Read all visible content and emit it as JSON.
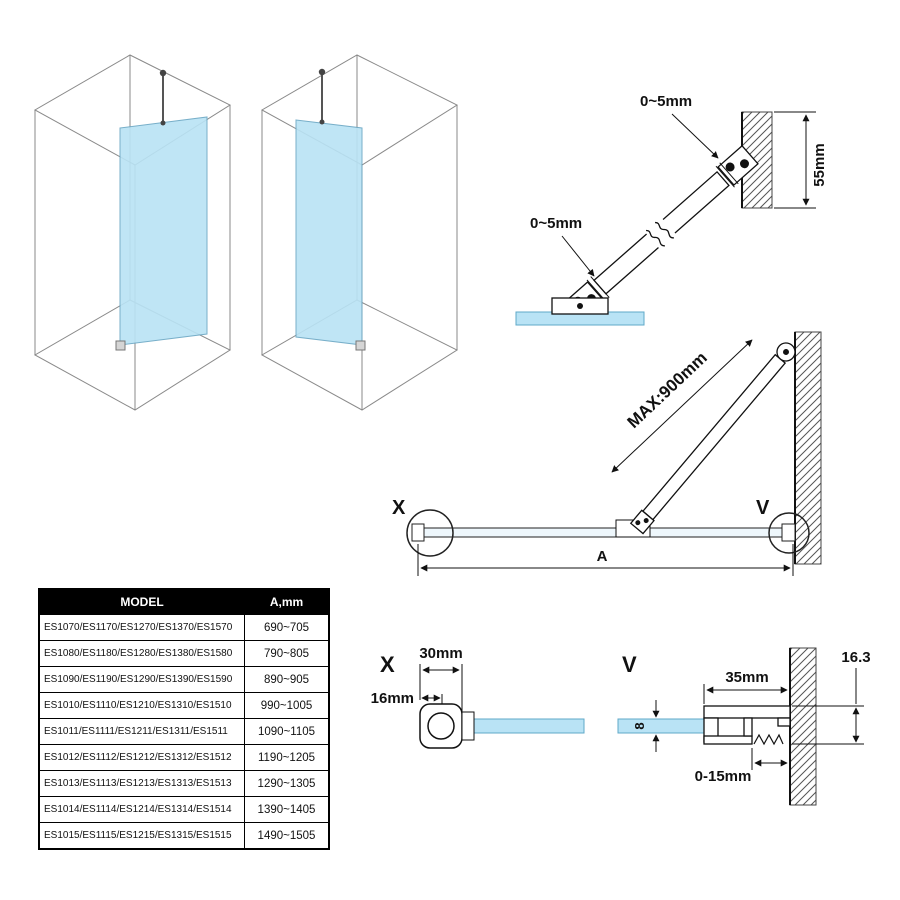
{
  "colors": {
    "glass": "#b9e3f5",
    "glass_edge": "#5fa8c8"
  },
  "brace_detail": {
    "gap_top": "0~5mm",
    "gap_bottom": "0~5mm",
    "plate_height": "55mm"
  },
  "plan_view": {
    "brace_max": "MAX:900mm",
    "width": "A",
    "detail_left": "X",
    "detail_right": "V"
  },
  "detail_x": {
    "label": "X",
    "overall": "30mm",
    "inner": "16mm"
  },
  "detail_v": {
    "label": "V",
    "profile_width": "35mm",
    "profile_height": "16.3",
    "glass_thickness": "8",
    "adjustment": "0-15mm"
  },
  "model_table": {
    "headers": [
      "MODEL",
      "A,mm"
    ],
    "rows": [
      {
        "model": "ES1070/ES1170/ES1270/ES1370/ES1570",
        "a": "690~705"
      },
      {
        "model": "ES1080/ES1180/ES1280/ES1380/ES1580",
        "a": "790~805"
      },
      {
        "model": "ES1090/ES1190/ES1290/ES1390/ES1590",
        "a": "890~905"
      },
      {
        "model": "ES1010/ES1110/ES1210/ES1310/ES1510",
        "a": "990~1005"
      },
      {
        "model": "ES1011/ES1111/ES1211/ES1311/ES1511",
        "a": "1090~1105"
      },
      {
        "model": "ES1012/ES1112/ES1212/ES1312/ES1512",
        "a": "1190~1205"
      },
      {
        "model": "ES1013/ES1113/ES1213/ES1313/ES1513",
        "a": "1290~1305"
      },
      {
        "model": "ES1014/ES1114/ES1214/ES1314/ES1514",
        "a": "1390~1405"
      },
      {
        "model": "ES1015/ES1115/ES1215/ES1315/ES1515",
        "a": "1490~1505"
      }
    ]
  }
}
